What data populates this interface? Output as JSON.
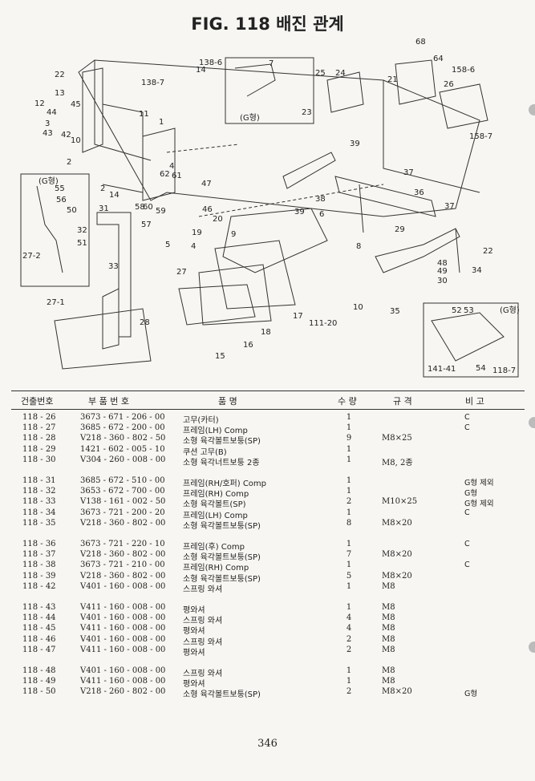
{
  "title": "FIG. 118 배진 관계",
  "header": {
    "code": "건출번호",
    "part_no": "부 품 번 호",
    "name": "품            명",
    "qty": "수 량",
    "spec": "규        격",
    "note": "비    고"
  },
  "rows": [
    {
      "code": "118 - 26",
      "part_no": "3673 - 671 - 206 - 00",
      "name": "고무(카터)",
      "qty": "1",
      "spec": "",
      "note": "C"
    },
    {
      "code": "118 - 27",
      "part_no": "3685 - 672 - 200 - 00",
      "name": "프레임(LH) Comp",
      "qty": "1",
      "spec": "",
      "note": "C"
    },
    {
      "code": "118 - 28",
      "part_no": "V218 - 360 - 802 - 50",
      "name": "소형 육각볼트보퉁(SP)",
      "qty": "9",
      "spec": "M8×25",
      "note": ""
    },
    {
      "code": "118 - 29",
      "part_no": "1421 - 602 - 005 - 10",
      "name": "쿠션 고무(B)",
      "qty": "1",
      "spec": "",
      "note": ""
    },
    {
      "code": "118 - 30",
      "part_no": "V304 - 260 - 008 - 00",
      "name": "소형 육각너트보퉁 2종",
      "qty": "1",
      "spec": "M8, 2종",
      "note": ""
    },
    {
      "code": "118 - 31",
      "part_no": "3685 - 672 - 510 - 00",
      "name": "프레임(RH/호퍼) Comp",
      "qty": "1",
      "spec": "",
      "note": "G형 제외"
    },
    {
      "code": "118 - 32",
      "part_no": "3653 - 672 - 700 - 00",
      "name": "프레임(RH) Comp",
      "qty": "1",
      "spec": "",
      "note": "G형"
    },
    {
      "code": "118 - 33",
      "part_no": "V138 - 161 - 002 - 50",
      "name": "소형 육각볼트(SP)",
      "qty": "2",
      "spec": "M10×25",
      "note": "G형 제외"
    },
    {
      "code": "118 - 34",
      "part_no": "3673 - 721 - 200 - 20",
      "name": "프레임(LH) Comp",
      "qty": "1",
      "spec": "",
      "note": "C"
    },
    {
      "code": "118 - 35",
      "part_no": "V218 - 360 - 802 - 00",
      "name": "소형 육각볼트보퉁(SP)",
      "qty": "8",
      "spec": "M8×20",
      "note": ""
    },
    {
      "code": "118 - 36",
      "part_no": "3673 - 721 - 220 - 10",
      "name": "프레임(후) Comp",
      "qty": "1",
      "spec": "",
      "note": "C"
    },
    {
      "code": "118 - 37",
      "part_no": "V218 - 360 - 802 - 00",
      "name": "소형 육각볼트보퉁(SP)",
      "qty": "7",
      "spec": "M8×20",
      "note": ""
    },
    {
      "code": "118 - 38",
      "part_no": "3673 - 721 - 210 - 00",
      "name": "프레임(RH) Comp",
      "qty": "1",
      "spec": "",
      "note": "C"
    },
    {
      "code": "118 - 39",
      "part_no": "V218 - 360 - 802 - 00",
      "name": "소형 육각볼트보퉁(SP)",
      "qty": "5",
      "spec": "M8×20",
      "note": ""
    },
    {
      "code": "118 - 42",
      "part_no": "V401 - 160 - 008 - 00",
      "name": "스프링 와셔",
      "qty": "1",
      "spec": "M8",
      "note": ""
    },
    {
      "code": "118 - 43",
      "part_no": "V411 - 160 - 008 - 00",
      "name": "평와셔",
      "qty": "1",
      "spec": "M8",
      "note": ""
    },
    {
      "code": "118 - 44",
      "part_no": "V401 - 160 - 008 - 00",
      "name": "스프링 와셔",
      "qty": "4",
      "spec": "M8",
      "note": ""
    },
    {
      "code": "118 - 45",
      "part_no": "V411 - 160 - 008 - 00",
      "name": "평와셔",
      "qty": "4",
      "spec": "M8",
      "note": ""
    },
    {
      "code": "118 - 46",
      "part_no": "V401 - 160 - 008 - 00",
      "name": "스프링 와셔",
      "qty": "2",
      "spec": "M8",
      "note": ""
    },
    {
      "code": "118 - 47",
      "part_no": "V411 - 160 - 008 - 00",
      "name": "평와셔",
      "qty": "2",
      "spec": "M8",
      "note": ""
    },
    {
      "code": "118 - 48",
      "part_no": "V401 - 160 - 008 - 00",
      "name": "스프링 와셔",
      "qty": "1",
      "spec": "M8",
      "note": ""
    },
    {
      "code": "118 - 49",
      "part_no": "V411 - 160 - 008 - 00",
      "name": "평와셔",
      "qty": "1",
      "spec": "M8",
      "note": ""
    },
    {
      "code": "118 - 50",
      "part_no": "V218 - 260 - 802 - 00",
      "name": "소형 육각볼트보퉁(SP)",
      "qty": "2",
      "spec": "M8×20",
      "note": "G형"
    }
  ],
  "diagram_labels": [
    "22",
    "13",
    "45",
    "12",
    "44",
    "3",
    "43",
    "42",
    "10",
    "11",
    "1",
    "2",
    "55",
    "56",
    "50",
    "32",
    "51",
    "27-2",
    "31",
    "33",
    "27-1",
    "14",
    "138-6",
    "138-7",
    "7",
    "2",
    "4",
    "62",
    "61",
    "47",
    "46",
    "20",
    "5",
    "58",
    "60",
    "59",
    "57",
    "19",
    "4",
    "27",
    "9",
    "6",
    "8",
    "28",
    "18",
    "16",
    "15",
    "17",
    "111-20",
    "10",
    "25",
    "24",
    "23",
    "21",
    "64",
    "68",
    "158-6",
    "26",
    "158-7",
    "39",
    "37",
    "38",
    "39",
    "36",
    "37",
    "29",
    "22",
    "34",
    "48",
    "49",
    "30",
    "35",
    "52",
    "53",
    "141-41",
    "54",
    "118-7"
  ],
  "inset_labels": [
    "(G형)",
    "(G형)",
    "(G형)"
  ],
  "page_number": "346"
}
